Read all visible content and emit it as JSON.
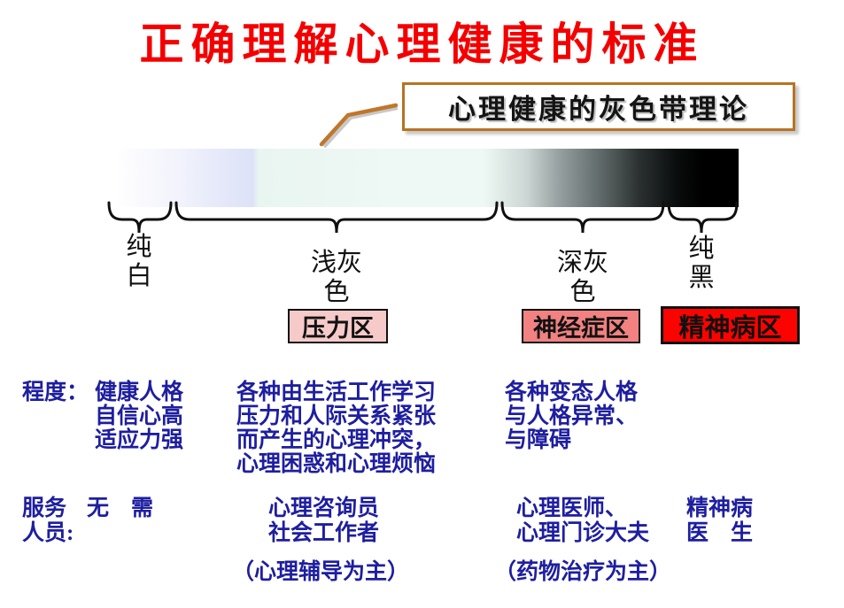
{
  "title": "正确理解心理健康的标准",
  "callout": {
    "text": "心理健康的灰色带理论"
  },
  "spectrum": {
    "band_labels": [
      {
        "lines": [
          "纯",
          "白"
        ]
      },
      {
        "lines": [
          "浅灰",
          "色"
        ]
      },
      {
        "lines": [
          "深灰",
          "色"
        ]
      },
      {
        "lines": [
          "纯",
          "黑"
        ]
      }
    ],
    "zones": [
      {
        "label": "压力区",
        "bg": "#f7caca"
      },
      {
        "label": "神经症区",
        "bg": "#f28181"
      },
      {
        "label": "精神病区",
        "bg": "#fb0300"
      }
    ]
  },
  "degree_row": {
    "label": "程度：",
    "columns": [
      {
        "lines": [
          "健康人格",
          "自信心高",
          "适应力强"
        ]
      },
      {
        "lines": [
          "各种由生活工作学习",
          "压力和人际关系紧张",
          "而产生的心理冲突，",
          "心理困惑和心理烦恼"
        ]
      },
      {
        "lines": [
          "各种变态人格",
          "与人格异常、",
          "与障碍"
        ]
      }
    ]
  },
  "staff_row": {
    "label_lines": [
      "服务",
      "人员:"
    ],
    "columns": [
      {
        "lines": [
          "无　需"
        ]
      },
      {
        "lines": [
          "心理咨询员",
          "社会工作者"
        ],
        "note": "（心理辅导为主）"
      },
      {
        "lines": [
          "心理医师、",
          "心理门诊大夫"
        ],
        "note": "（药物治疗为主）"
      },
      {
        "lines": [
          "精神病",
          "医　生"
        ]
      }
    ]
  },
  "colors": {
    "title_red": "#f40000",
    "body_text_blue": "#1e1ea0",
    "callout_border_orange": "#b97222",
    "zone_stress_bg": "#f7caca",
    "zone_neurosis_bg": "#f28181",
    "zone_psychosis_bg": "#fb0300",
    "band_start_white": "#ffffff",
    "band_lavender": "#dde2f7",
    "band_mint": "#eef8f4",
    "band_end_black": "#000000"
  }
}
